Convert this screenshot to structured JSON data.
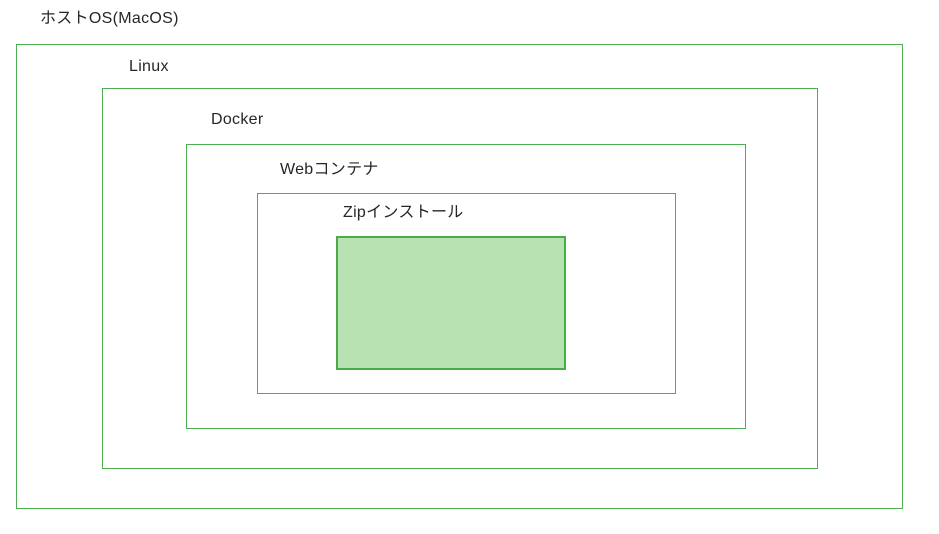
{
  "diagram": {
    "type": "nested-containment-diagram",
    "layers": [
      {
        "name": "host-os",
        "label": "ホストOS(MacOS)"
      },
      {
        "name": "linux",
        "label": "Linux"
      },
      {
        "name": "docker",
        "label": "Docker"
      },
      {
        "name": "web-container",
        "label": "Webコンテナ"
      },
      {
        "name": "zip-install",
        "label": "Zipインストール"
      }
    ],
    "colors": {
      "box_border": "#4CAF50",
      "zip_fill": "#B9E2B2",
      "zip_border": "#49AC49",
      "text": "#262626",
      "background": "#FFFFFF"
    }
  }
}
